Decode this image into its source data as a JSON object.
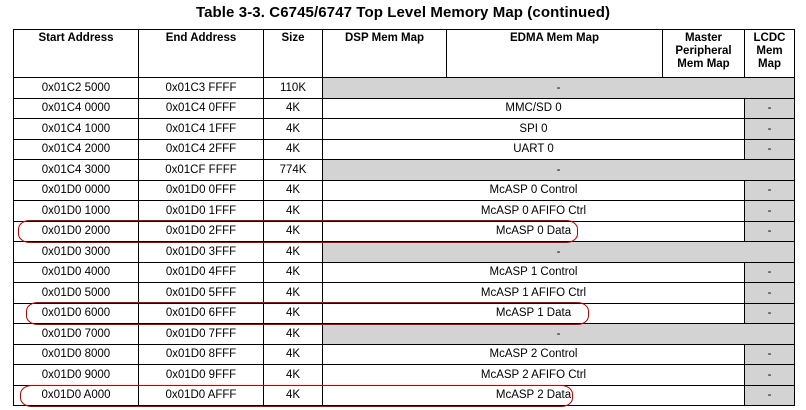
{
  "title": "Table 3-3. C6745/6747 Top Level Memory Map  (continued)",
  "columns": [
    "Start Address",
    "End Address",
    "Size",
    "DSP Mem Map",
    "EDMA Mem Map",
    "Master Peripheral Mem Map",
    "LCDC Mem Map"
  ],
  "rows": [
    {
      "start": "0x01C2 5000",
      "end": "0x01C3 FFFF",
      "size": "110K",
      "map": "-",
      "lcdc": null
    },
    {
      "start": "0x01C4 0000",
      "end": "0x01C4 0FFF",
      "size": "4K",
      "map": "MMC/SD 0",
      "lcdc": "-"
    },
    {
      "start": "0x01C4 1000",
      "end": "0x01C4 1FFF",
      "size": "4K",
      "map": "SPI 0",
      "lcdc": "-"
    },
    {
      "start": "0x01C4 2000",
      "end": "0x01C4 2FFF",
      "size": "4K",
      "map": "UART 0",
      "lcdc": "-"
    },
    {
      "start": "0x01C4 3000",
      "end": "0x01CF FFFF",
      "size": "774K",
      "map": "-",
      "lcdc": null
    },
    {
      "start": "0x01D0 0000",
      "end": "0x01D0 0FFF",
      "size": "4K",
      "map": "McASP 0 Control",
      "lcdc": "-"
    },
    {
      "start": "0x01D0 1000",
      "end": "0x01D0 1FFF",
      "size": "4K",
      "map": "McASP 0 AFIFO Ctrl",
      "lcdc": "-"
    },
    {
      "start": "0x01D0 2000",
      "end": "0x01D0 2FFF",
      "size": "4K",
      "map": "McASP 0 Data",
      "lcdc": "-"
    },
    {
      "start": "0x01D0 3000",
      "end": "0x01D0 3FFF",
      "size": "4K",
      "map": "-",
      "lcdc": null
    },
    {
      "start": "0x01D0 4000",
      "end": "0x01D0 4FFF",
      "size": "4K",
      "map": "McASP 1 Control",
      "lcdc": "-"
    },
    {
      "start": "0x01D0 5000",
      "end": "0x01D0 5FFF",
      "size": "4K",
      "map": "McASP 1 AFIFO Ctrl",
      "lcdc": "-"
    },
    {
      "start": "0x01D0 6000",
      "end": "0x01D0 6FFF",
      "size": "4K",
      "map": "McASP 1 Data",
      "lcdc": "-"
    },
    {
      "start": "0x01D0 7000",
      "end": "0x01D0 7FFF",
      "size": "4K",
      "map": "-",
      "lcdc": null
    },
    {
      "start": "0x01D0 8000",
      "end": "0x01D0 8FFF",
      "size": "4K",
      "map": "McASP 2 Control",
      "lcdc": "-"
    },
    {
      "start": "0x01D0 9000",
      "end": "0x01D0 9FFF",
      "size": "4K",
      "map": "McASP 2 AFIFO Ctrl",
      "lcdc": "-"
    },
    {
      "start": "0x01D0 A000",
      "end": "0x01D0 AFFF",
      "size": "4K",
      "map": "McASP 2 Data",
      "lcdc": "-"
    }
  ],
  "colors": {
    "reserved_fill": "#d3d3d3",
    "highlight_outline": "#c00000"
  }
}
